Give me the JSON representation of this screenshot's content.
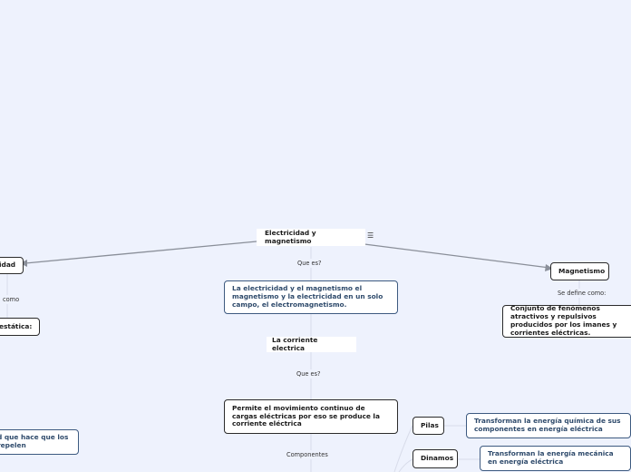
{
  "root": {
    "label": "Electricidad y magnetismo",
    "menu_icon": "hamburger-menu-icon"
  },
  "left_branch": {
    "title_partial": "idad",
    "label_partial": "como",
    "static_partial": "estática:",
    "desc_partial": "d que hace que los\nrepelen"
  },
  "center": {
    "que_es_1": "Que es?",
    "definition": "La electricidad y el magnetismo el magnetismo y la electricidad en un solo campo, el electromagnetismo.",
    "corriente_title": "La corriente electrica",
    "que_es_2": "Que es?",
    "corriente_def": "Permite el movimiento continuo de cargas eléctricas por eso se produce la corriente eléctrica",
    "componentes": "Componentes"
  },
  "right_branch": {
    "title": "Magnetismo",
    "se_define": "Se define como:",
    "definition": "Conjunto de fenómenos atractivos y repulsivos producidos por los imanes y corrientes eléctricas."
  },
  "components": [
    {
      "name": "Pilas",
      "description": "Transforman la energía química de sus componentes en energía eléctrica"
    },
    {
      "name": "Dinamos",
      "description": "Transforman la energía mecánica en energía eléctrica"
    }
  ]
}
